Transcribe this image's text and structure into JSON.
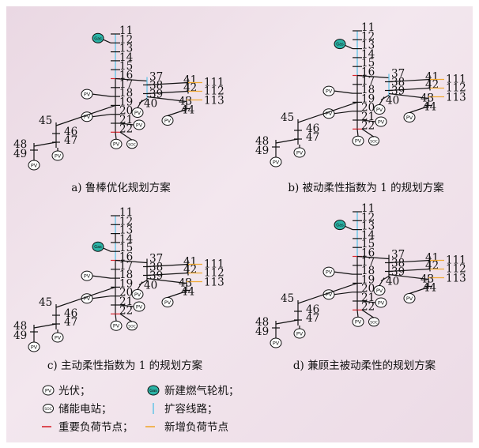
{
  "captions": {
    "a": "a) 鲁棒优化规划方案",
    "b": "b) 被动柔性指数为 1 的规划方案",
    "c": "c) 主动柔性指数为 1 的规划方案",
    "d": "d) 兼顾主被动柔性的规划方案"
  },
  "node_labels": {
    "n11": "11",
    "n12": "12",
    "n13": "13",
    "n14": "14",
    "n15": "15",
    "n16": "16",
    "n17": "17",
    "n18": "18",
    "n19": "19",
    "n20": "20",
    "n21": "21",
    "n22": "22",
    "n37": "37",
    "n38": "38",
    "n39": "39",
    "n40": "40",
    "n41": "41",
    "n42": "42",
    "n43": "43",
    "n44": "44",
    "n45": "45",
    "n46": "46",
    "n47": "47",
    "n48": "48",
    "n49": "49",
    "n111": "111",
    "n112": "112",
    "n113": "113"
  },
  "symbol_text": {
    "pv": "PV",
    "gas": "Gas",
    "soc": "SOC"
  },
  "legend": {
    "pv": "光伏；",
    "gas": "新建燃气轮机；",
    "storage": "储能电站；",
    "expand": "扩容线路；",
    "important": "重要负荷节点；",
    "newload": "新增负荷节点"
  },
  "colors": {
    "background": "#ecdbe6",
    "expand_line": "#5bc2e7",
    "important_node": "#d7262e",
    "new_load_node": "#f0a830",
    "gas_fill": "#2bb3a6",
    "line": "#111111"
  }
}
